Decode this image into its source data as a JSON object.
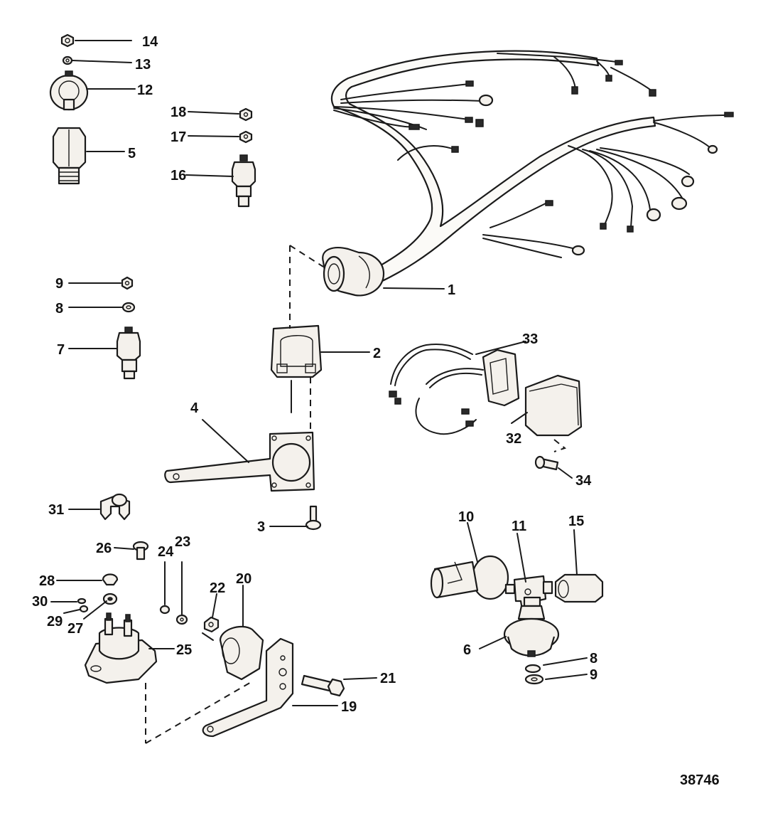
{
  "figure_number": "38746",
  "callouts": {
    "c1": "1",
    "c2": "2",
    "c3": "3",
    "c4": "4",
    "c5": "5",
    "c6": "6",
    "c7": "7",
    "c8a": "8",
    "c8b": "8",
    "c9a": "9",
    "c9b": "9",
    "c10": "10",
    "c11": "11",
    "c12": "12",
    "c13": "13",
    "c14": "14",
    "c15": "15",
    "c16": "16",
    "c17": "17",
    "c18": "18",
    "c19": "19",
    "c20": "20",
    "c21": "21",
    "c22": "22",
    "c23": "23",
    "c24": "24",
    "c25": "25",
    "c26": "26",
    "c27": "27",
    "c28": "28",
    "c29": "29",
    "c30": "30",
    "c31": "31",
    "c32": "32",
    "c33": "33",
    "c34": "34"
  }
}
